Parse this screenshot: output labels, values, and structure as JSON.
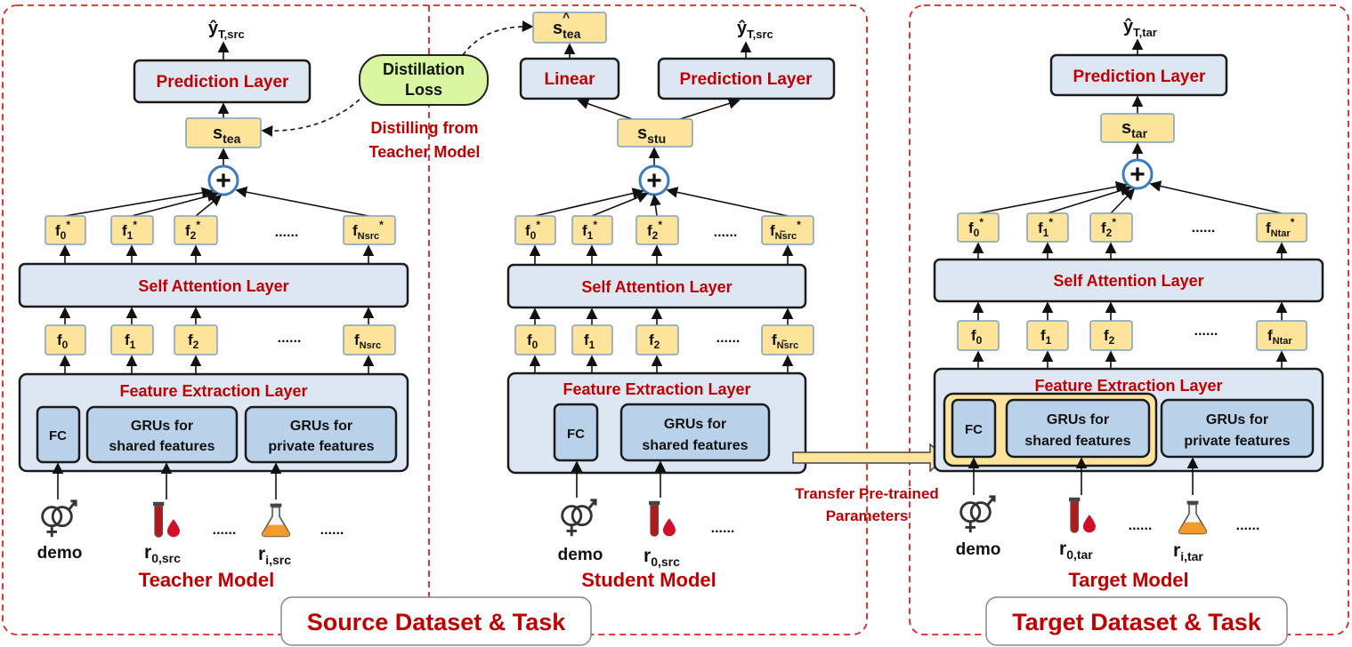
{
  "regions": {
    "source_label": "Source Dataset & Task",
    "target_label": "Target Dataset & Task"
  },
  "teacher": {
    "title": "Teacher Model",
    "output": "ŷ",
    "output_sub": "T,src",
    "prediction": "Prediction Layer",
    "s_main": "s",
    "s_sub": "tea",
    "features_star": [
      "f0*",
      "f1*",
      "f2*",
      "fNsrc*"
    ],
    "features": [
      "f0",
      "f1",
      "f2",
      "fNsrc"
    ],
    "dots": "......",
    "self_attention": "Self Attention Layer",
    "feature_extraction": "Feature Extraction Layer",
    "fc": "FC",
    "gru_shared": [
      "GRUs for",
      "shared features"
    ],
    "gru_private": [
      "GRUs for",
      "private features"
    ],
    "inputs": [
      "demo",
      "r",
      "r"
    ],
    "input_subs": [
      "",
      "0,src",
      "i,src"
    ]
  },
  "student": {
    "title": "Student Model",
    "output": "ŷ",
    "output_sub": "T,src",
    "s_tea_hat_main": "s",
    "s_tea_hat_sub": "tea",
    "linear": "Linear",
    "prediction": "Prediction Layer",
    "s_main": "s",
    "s_sub": "stu",
    "dots": "......",
    "self_attention": "Self Attention Layer",
    "feature_extraction": "Feature Extraction Layer",
    "fc": "FC",
    "gru_shared": [
      "GRUs for",
      "shared features"
    ],
    "inputs": [
      "demo",
      "r"
    ],
    "input_subs": [
      "",
      "0,src"
    ]
  },
  "target": {
    "title": "Target Model",
    "output": "ŷ",
    "output_sub": "T,tar",
    "prediction": "Prediction Layer",
    "s_main": "s",
    "s_sub": "tar",
    "dots": "......",
    "self_attention": "Self Attention Layer",
    "feature_extraction": "Feature Extraction Layer",
    "fc": "FC",
    "gru_shared": [
      "GRUs for",
      "shared features"
    ],
    "gru_private": [
      "GRUs for",
      "private features"
    ],
    "inputs": [
      "demo",
      "r",
      "r"
    ],
    "input_subs": [
      "",
      "0,tar",
      "i,tar"
    ]
  },
  "distillation": {
    "loss": [
      "Distillation",
      "Loss"
    ],
    "caption": [
      "Distilling from",
      "Teacher Model"
    ]
  },
  "transfer": {
    "caption": [
      "Transfer Pre-trained",
      "Parameters"
    ]
  },
  "colors": {
    "accent_red": "#c00000",
    "box_blue": "#dde7f3",
    "box_inner": "#b9d2ea",
    "feature_yellow": "#fde49a",
    "loss_green": "#d9f7a0",
    "plus_blue": "#3a7cc4"
  }
}
